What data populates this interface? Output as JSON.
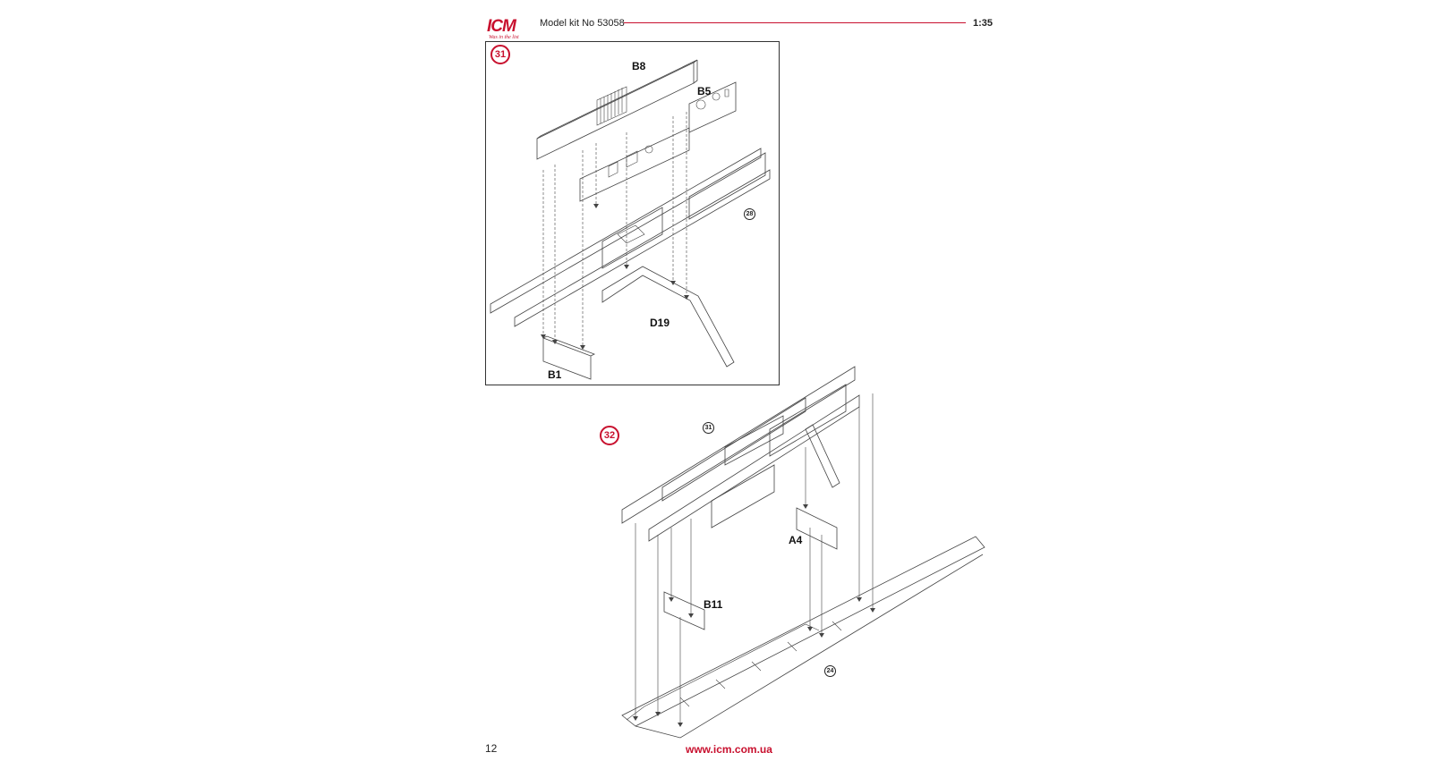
{
  "header": {
    "logo_text": "ICM",
    "logo_tagline": "Was in the list",
    "kit_title": "Model kit No 53058",
    "scale": "1:35"
  },
  "step31": {
    "number": "31",
    "parts": {
      "b8": "B8",
      "b5": "B5",
      "d19": "D19",
      "b1": "B1"
    },
    "ref": "28"
  },
  "step32": {
    "number": "32",
    "ref_top": "31",
    "parts": {
      "a4": "A4",
      "b11": "B11"
    },
    "ref_bottom": "24"
  },
  "footer": {
    "page_number": "12",
    "url": "www.icm.com.ua"
  },
  "colors": {
    "brand_red": "#c8102e",
    "line": "#333333"
  }
}
